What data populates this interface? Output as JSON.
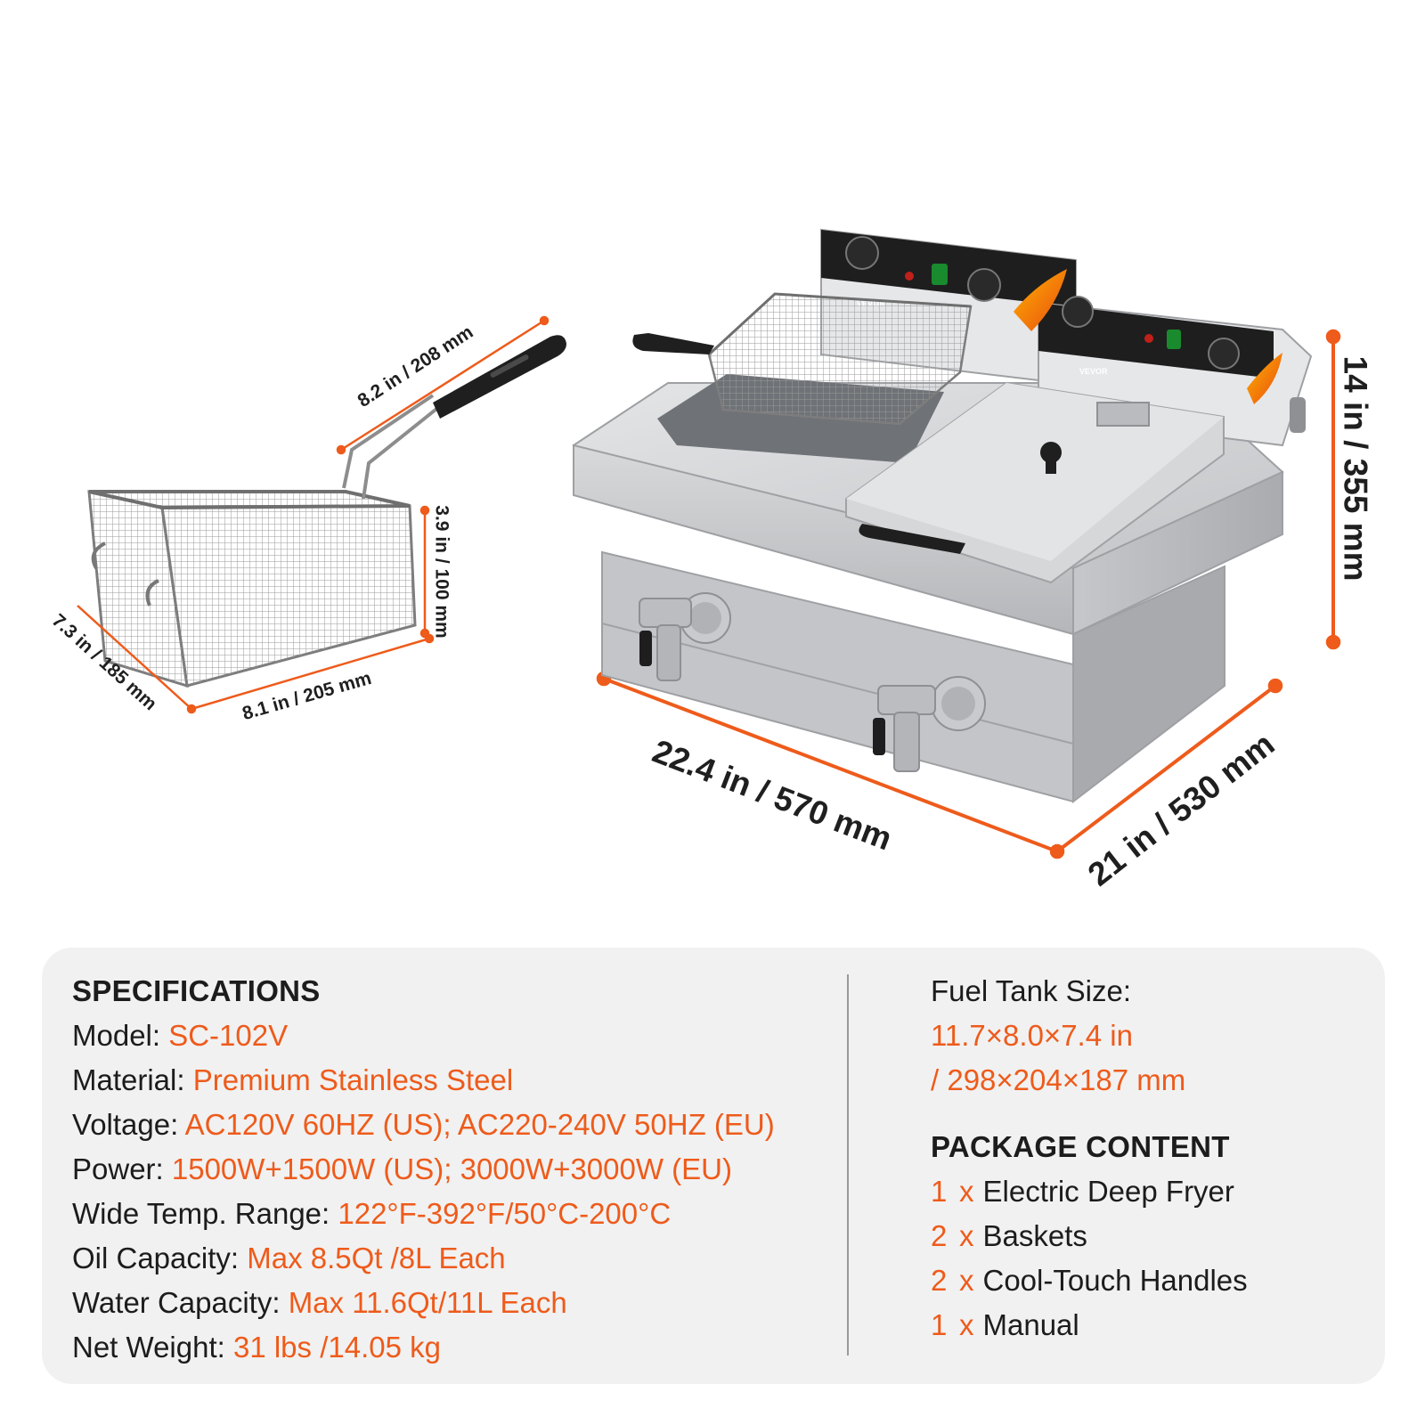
{
  "dimensions": {
    "basket_length": "8.2 in / 208 mm",
    "basket_height": "3.9 in / 100 mm",
    "basket_depth": "7.3 in / 185 mm",
    "basket_width": "8.1 in / 205 mm",
    "fryer_height": "14 in / 355 mm",
    "fryer_width": "22.4 in / 570 mm",
    "fryer_depth": "21 in / 530 mm"
  },
  "panel_brand": "VEVOR",
  "specifications": {
    "heading": "SPECIFICATIONS",
    "rows": [
      {
        "label": "Model: ",
        "value": "SC-102V"
      },
      {
        "label": "Material: ",
        "value": "Premium Stainless Steel"
      },
      {
        "label": "Voltage: ",
        "value": "AC120V 60HZ (US); AC220-240V 50HZ (EU)"
      },
      {
        "label": "Power: ",
        "value": "1500W+1500W (US); 3000W+3000W (EU)"
      },
      {
        "label": "Wide Temp. Range: ",
        "value": "122°F-392°F/50°C-200°C"
      },
      {
        "label": "Oil Capacity: ",
        "value": "Max 8.5Qt /8L Each"
      },
      {
        "label": "Water Capacity: ",
        "value": "Max 11.6Qt/11L Each"
      },
      {
        "label": "Net Weight: ",
        "value": "31 lbs /14.05 kg"
      }
    ]
  },
  "fuel_tank": {
    "label": "Fuel Tank Size:",
    "value_line1": "11.7×8.0×7.4 in",
    "value_line2": "/ 298×204×187 mm"
  },
  "package": {
    "heading": "PACKAGE CONTENT",
    "items": [
      {
        "qty": "1",
        "x": "x",
        "name": "Electric Deep Fryer"
      },
      {
        "qty": "2",
        "x": "x",
        "name": "Baskets"
      },
      {
        "qty": "2",
        "x": "x",
        "name": "Cool-Touch Handles"
      },
      {
        "qty": "1",
        "x": "x",
        "name": "Manual"
      }
    ]
  },
  "colors": {
    "accent": "#ee5b1b",
    "text": "#1c1c1c",
    "panel_bg": "#f1f1f1",
    "steel": "#c8c9cb"
  }
}
